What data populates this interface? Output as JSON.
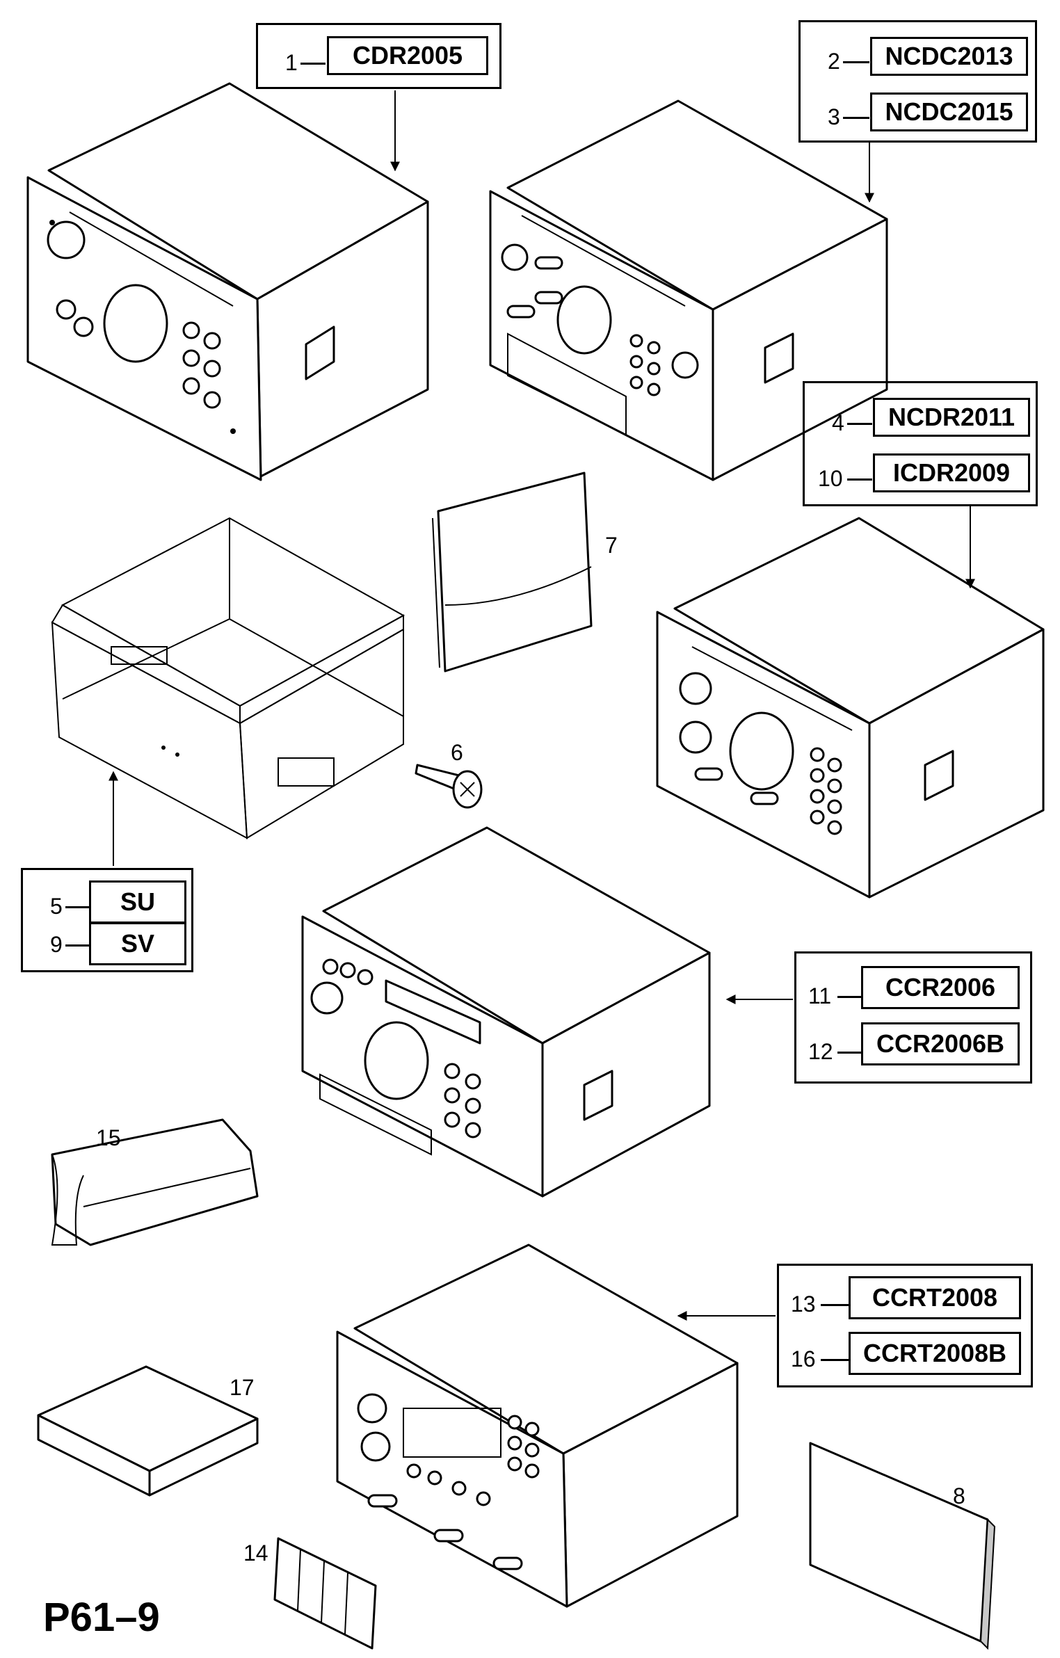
{
  "parts": {
    "p1": {
      "num": "1",
      "code": "CDR2005"
    },
    "p2": {
      "num": "2",
      "code": "NCDC2013"
    },
    "p3": {
      "num": "3",
      "code": "NCDC2015"
    },
    "p4": {
      "num": "4",
      "code": "NCDR2011"
    },
    "p5": {
      "num": "5",
      "code": "SU"
    },
    "p6": {
      "num": "6"
    },
    "p7": {
      "num": "7"
    },
    "p8": {
      "num": "8"
    },
    "p9": {
      "num": "9",
      "code": "SV"
    },
    "p10": {
      "num": "10",
      "code": "ICDR2009"
    },
    "p11": {
      "num": "11",
      "code": "CCR2006"
    },
    "p12": {
      "num": "12",
      "code": "CCR2006B"
    },
    "p13": {
      "num": "13",
      "code": "CCRT2008"
    },
    "p14": {
      "num": "14"
    },
    "p15": {
      "num": "15"
    },
    "p16": {
      "num": "16",
      "code": "CCRT2008B"
    },
    "p17": {
      "num": "17"
    }
  },
  "diagram_label": "P61–9",
  "colors": {
    "line": "#000000",
    "background": "#ffffff",
    "shade": "#c8c8c8"
  }
}
